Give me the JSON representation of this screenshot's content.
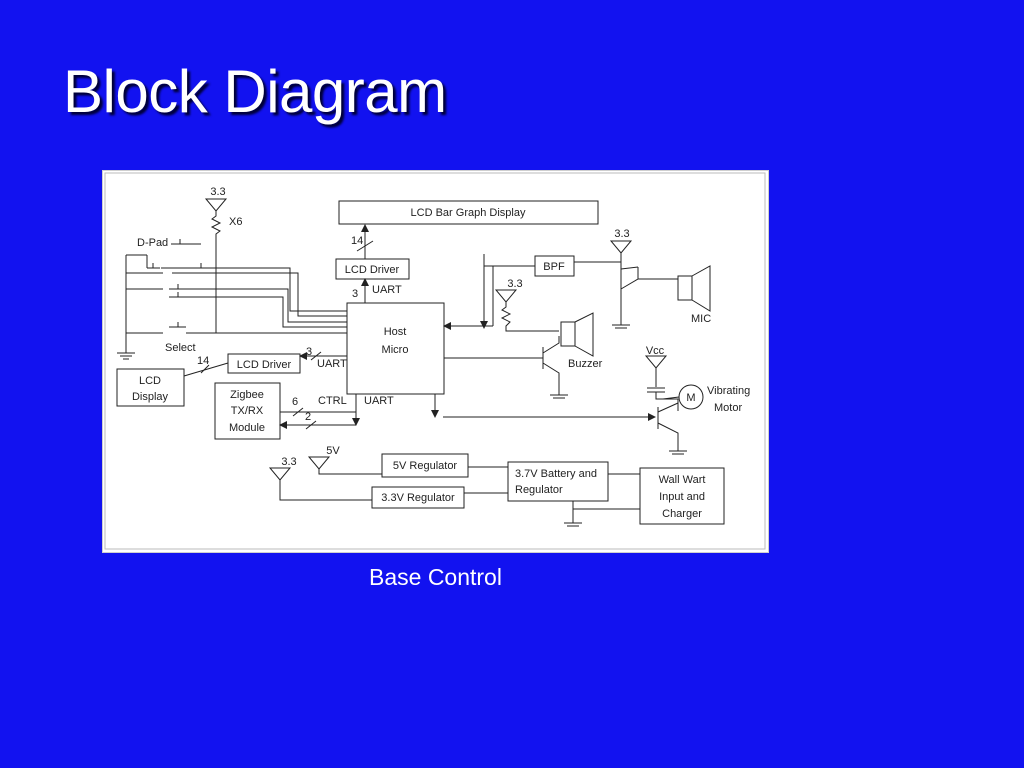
{
  "slide": {
    "title": "Block Diagram",
    "caption": "Base Control",
    "background": "#1212f0"
  },
  "diagram": {
    "blocks": {
      "bar_graph": "LCD Bar Graph Display",
      "lcd_driver_top": "LCD Driver",
      "host_line1": "Host",
      "host_line2": "Micro",
      "bpf": "BPF",
      "lcd_driver_left": "LCD Driver",
      "lcd_display_line1": "LCD",
      "lcd_display_line2": "Display",
      "zigbee_line1": "Zigbee",
      "zigbee_line2": "TX/RX",
      "zigbee_line3": "Module",
      "reg5": "5V Regulator",
      "reg33": "3.3V Regulator",
      "battery_line1": "3.7V Battery and",
      "battery_line2": "Regulator",
      "wallwart_line1": "Wall Wart",
      "wallwart_line2": "Input and",
      "wallwart_line3": "Charger"
    },
    "labels": {
      "v33_top_left": "3.3",
      "x6": "X6",
      "dpad": "D-Pad",
      "select": "Select",
      "bus14_top": "14",
      "bus3": "3",
      "uart_top": "UART",
      "v33_mic": "3.3",
      "v33_buzzer": "3.3",
      "mic": "MIC",
      "buzzer": "Buzzer",
      "vcc": "Vcc",
      "motor": "M",
      "vibrating": "Vibrating",
      "motor_label": "Motor",
      "bus14_left": "14",
      "bus3_left": "3",
      "uart_left": "UART",
      "bus6": "6",
      "ctrl": "CTRL",
      "bus2": "2",
      "uart_bottom": "UART",
      "v5": "5V",
      "v33_bottom": "3.3"
    }
  }
}
